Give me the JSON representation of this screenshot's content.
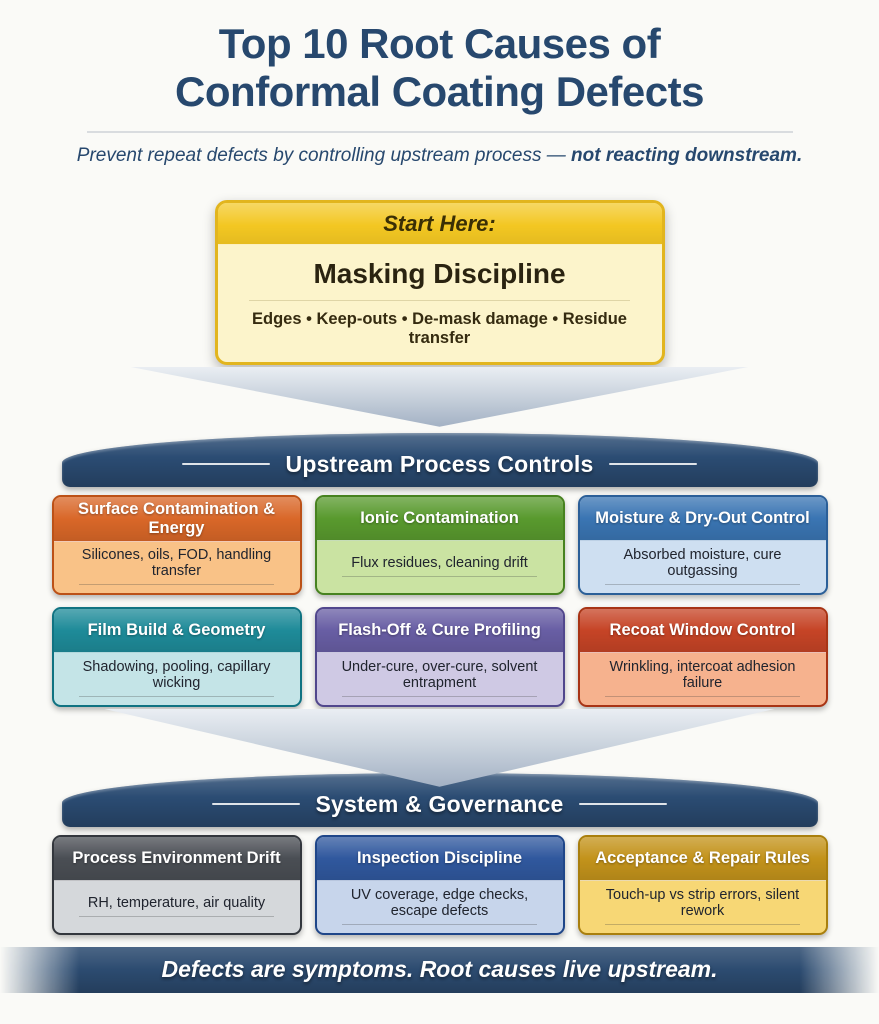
{
  "header": {
    "title_line1": "Top 10 Root Causes of",
    "title_line2": "Conformal Coating Defects",
    "subtitle": "Prevent repeat defects by controlling upstream process — ",
    "subtitle_emphasis": "not reacting downstream."
  },
  "start_box": {
    "kicker": "Start Here:",
    "title": "Masking Discipline",
    "details": "Edges • Keep-outs • De-mask damage • Residue transfer",
    "colors": {
      "band": "#F3C722",
      "body": "#FCF4CB",
      "border": "#E2B51E"
    }
  },
  "sections": [
    {
      "banner": "Upstream Process Controls",
      "cards": [
        {
          "title": "Surface Contamination & Energy",
          "detail": "Silicones, oils, FOD, handling transfer",
          "colors": {
            "header": "#D96728",
            "body": "#F9C287",
            "border": "#BC5117"
          }
        },
        {
          "title": "Ionic Contamination",
          "detail": "Flux residues, cleaning drift",
          "colors": {
            "header": "#599A2E",
            "body": "#CAE3A2",
            "border": "#47821F"
          }
        },
        {
          "title": "Moisture & Dry-Out Control",
          "detail": "Absorbed moisture, cure outgassing",
          "colors": {
            "header": "#3A75B3",
            "body": "#CEDFF1",
            "border": "#2B5F98"
          }
        },
        {
          "title": "Film Build & Geometry",
          "detail": "Shadowing, pooling, capillary wicking",
          "colors": {
            "header": "#1E8B99",
            "body": "#C4E4E7",
            "border": "#107382"
          }
        },
        {
          "title": "Flash-Off & Cure Profiling",
          "detail": "Under-cure, over-cure, solvent entrapment",
          "colors": {
            "header": "#685EA4",
            "body": "#CFC9E4",
            "border": "#51478D"
          }
        },
        {
          "title": "Recoat Window Control",
          "detail": "Wrinkling, intercoat adhesion failure",
          "colors": {
            "header": "#C64426",
            "body": "#F6B28E",
            "border": "#A83415"
          }
        }
      ]
    },
    {
      "banner": "System & Governance",
      "cards": [
        {
          "title": "Process Environment Drift",
          "detail": "RH, temperature, air quality",
          "colors": {
            "header": "#4A4E54",
            "body": "#D5D8DB",
            "border": "#33373D"
          }
        },
        {
          "title": "Inspection Discipline",
          "detail": "UV coverage, edge checks, escape defects",
          "colors": {
            "header": "#30589E",
            "body": "#C7D5EB",
            "border": "#1F4689"
          }
        },
        {
          "title": "Acceptance & Repair Rules",
          "detail": "Touch-up vs strip errors, silent rework",
          "colors": {
            "header": "#C3931B",
            "body": "#F7D775",
            "border": "#A97F0E"
          }
        }
      ]
    }
  ],
  "footer": {
    "text": "Defects are symptoms. Root causes live upstream.",
    "color": "#2C4B70"
  },
  "theme": {
    "title_color": "#27486E",
    "banner_color": "#2B4C73",
    "arrow_color": "#A3B1C4",
    "background": "#FAFAF7"
  }
}
